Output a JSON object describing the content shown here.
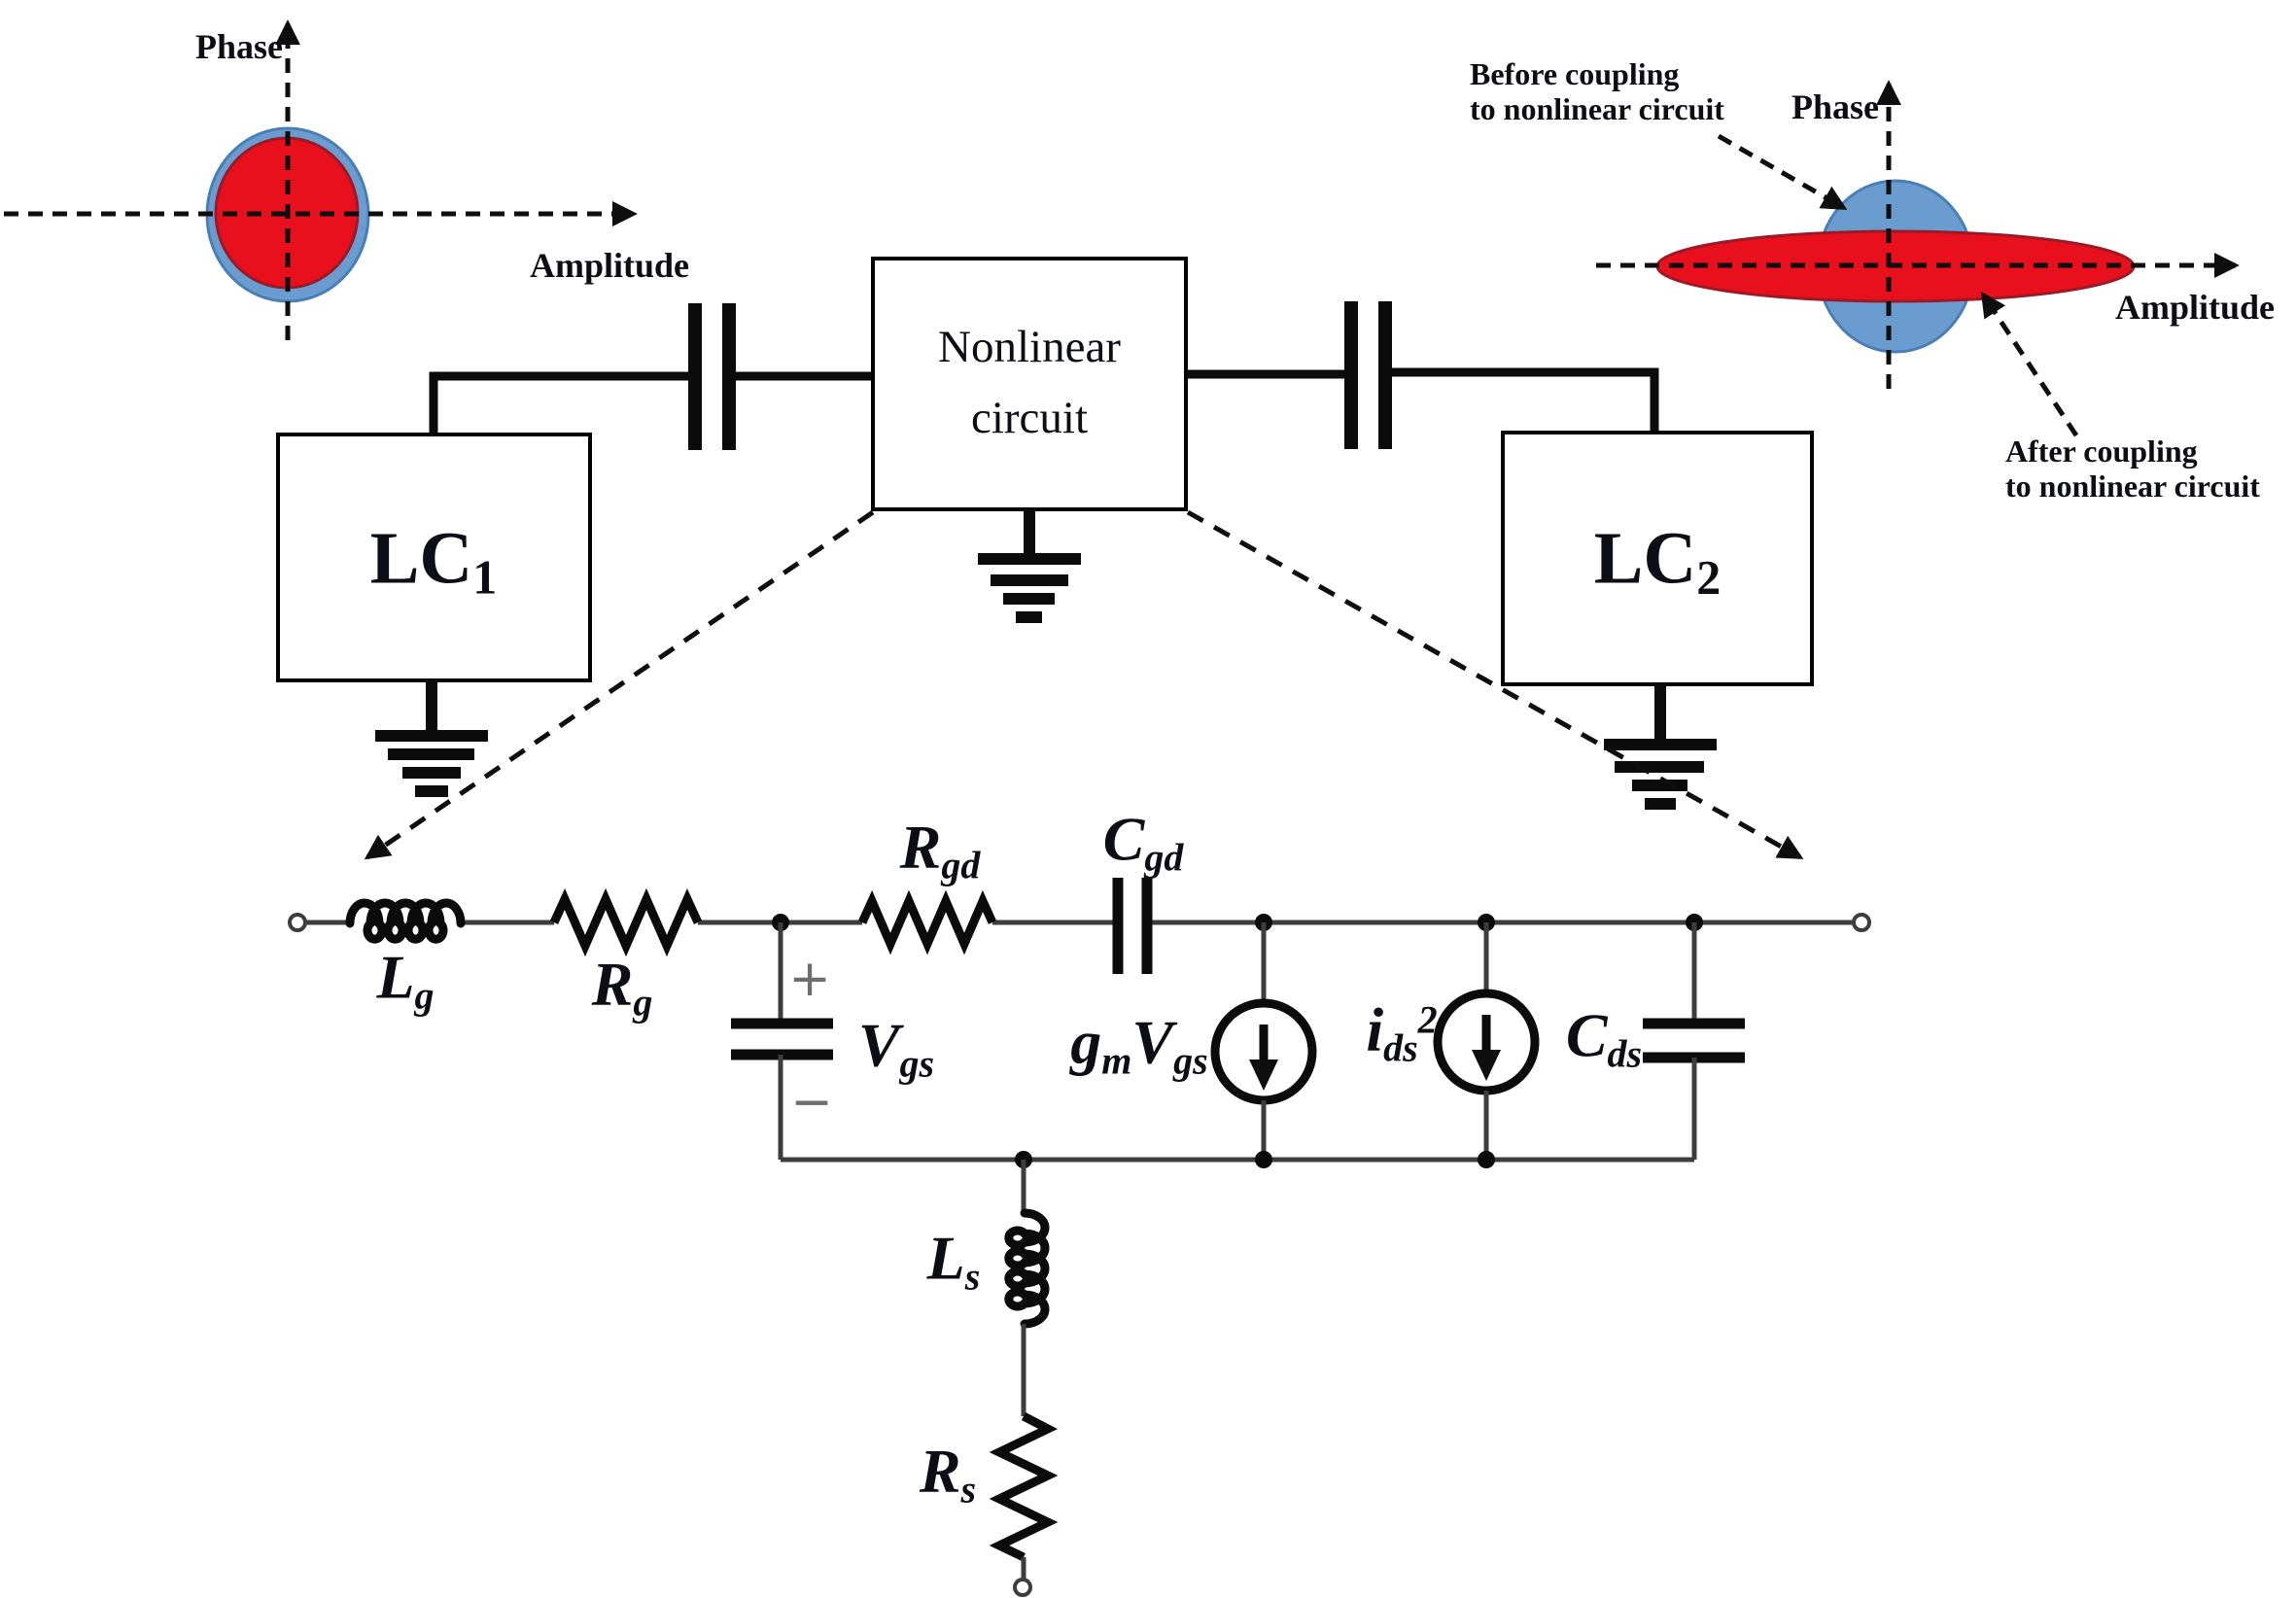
{
  "plots": {
    "left": {
      "phase_label": "Phase",
      "amplitude_label": "Amplitude"
    },
    "right": {
      "phase_label": "Phase",
      "amplitude_label": "Amplitude",
      "before_annotation": {
        "line1": "Before coupling",
        "line2": "to nonlinear circuit"
      },
      "after_annotation": {
        "line1": "After coupling",
        "line2": "to nonlinear circuit"
      }
    }
  },
  "block_diagram": {
    "lc1_label": {
      "base": "LC",
      "sub": "1"
    },
    "lc2_label": {
      "base": "LC",
      "sub": "2"
    },
    "nonlinear_box": {
      "line1": "Nonlinear",
      "line2": "circuit"
    }
  },
  "equivalent_circuit": {
    "lg": {
      "base": "L",
      "sub": "g"
    },
    "rg": {
      "base": "R",
      "sub": "g"
    },
    "rgd": {
      "base": "R",
      "sub": "gd"
    },
    "cgd": {
      "base": "C",
      "sub": "gd"
    },
    "vgs": {
      "base": "V",
      "sub": "gs"
    },
    "plus_sign": "+",
    "minus_sign": "−",
    "gmvgs": {
      "base": "g",
      "sub": "m",
      "base2": "V",
      "sub2": "gs"
    },
    "ids": {
      "base": "i",
      "sub": "ds",
      "sup": "2"
    },
    "cds": {
      "base": "C",
      "sub": "ds"
    },
    "ls": {
      "base": "L",
      "sub": "s"
    },
    "rs": {
      "base": "R",
      "sub": "s"
    }
  },
  "colors": {
    "red": "#e8101d",
    "red_edge": "#9c1a28",
    "blue": "#6b9ccf",
    "blue_edge": "#4a7fb5",
    "wire": "#3d3d3d"
  }
}
